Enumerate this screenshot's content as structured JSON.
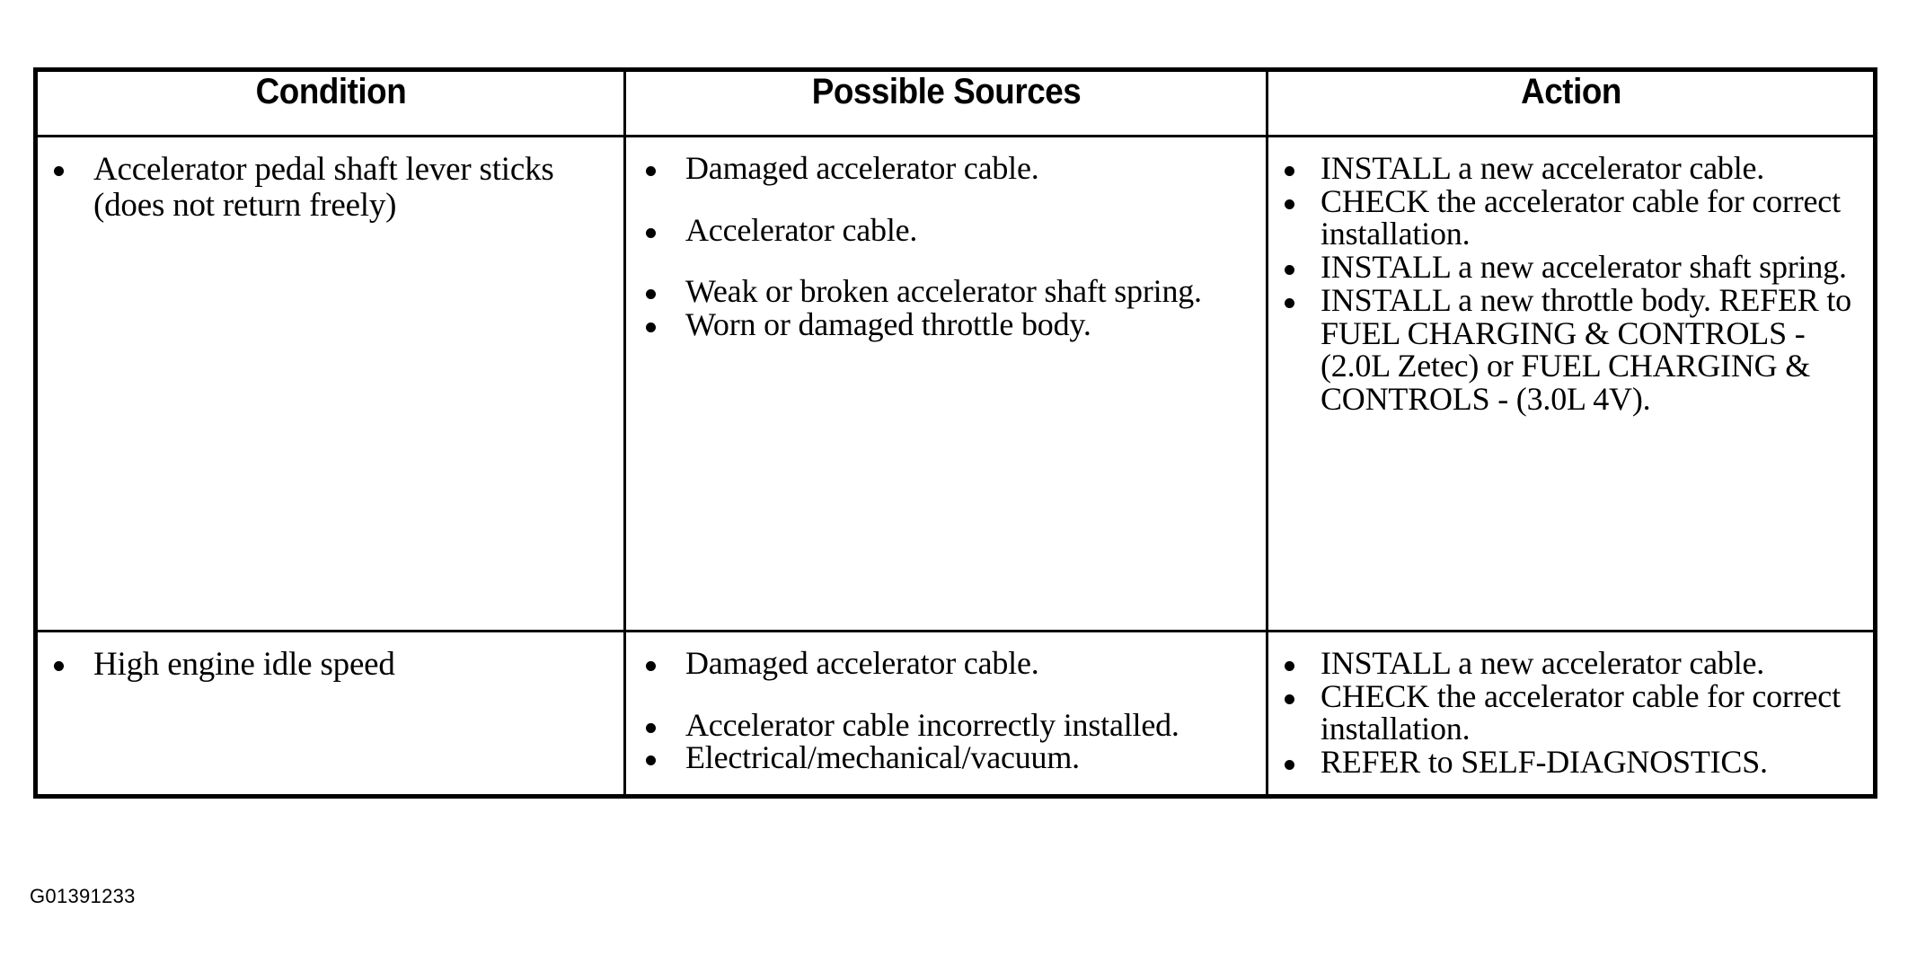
{
  "document": {
    "figure_code": "G01391233"
  },
  "table": {
    "headers": [
      "Condition",
      "Possible Sources",
      "Action"
    ],
    "rows": [
      {
        "condition": [
          "Accelerator pedal shaft lever sticks (does not return freely)"
        ],
        "possible_sources": [
          "Damaged accelerator cable.",
          "Accelerator cable.",
          "Weak or broken accelerator shaft spring.",
          "Worn or damaged throttle body."
        ],
        "action": [
          "INSTALL a new accelerator cable.",
          "CHECK the accelerator cable for correct installation.",
          "INSTALL a new accelerator shaft spring.",
          "INSTALL a new throttle body. REFER to FUEL CHARGING & CONTROLS - (2.0L Zetec) or FUEL CHARGING & CONTROLS - (3.0L 4V)."
        ]
      },
      {
        "condition": [
          "High engine idle speed"
        ],
        "possible_sources": [
          "Damaged accelerator cable.",
          "Accelerator cable incorrectly installed.",
          "Electrical/mechanical/vacuum."
        ],
        "action": [
          "INSTALL a new accelerator cable.",
          "CHECK the accelerator cable for correct installation.",
          "REFER to SELF-DIAGNOSTICS."
        ]
      }
    ]
  }
}
